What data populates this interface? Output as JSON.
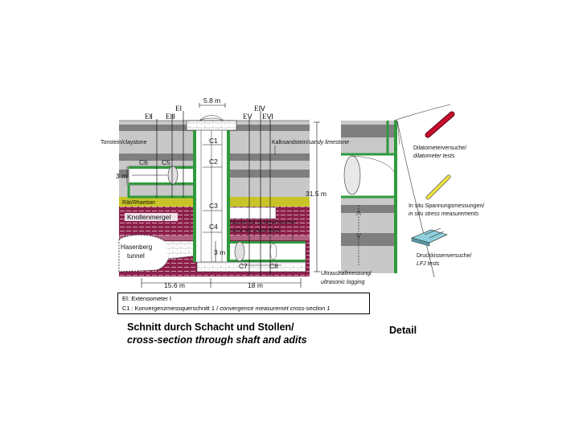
{
  "labels": {
    "e1": "EⅠ",
    "e2": "EⅡ",
    "e3": "EⅢ",
    "e4": "EⅣ",
    "e5": "EⅤ",
    "e6": "EⅥ",
    "dim_top": "5.8 m",
    "dim_depth": "31.5 m",
    "dim_left_adit": "3 m",
    "dim_lower_adit": "3 m",
    "dim_left_span": "15.6 m",
    "dim_right_span": "18 m",
    "c1": "C1",
    "c2": "C2",
    "c3": "C3",
    "c4": "C4",
    "c5": "C5",
    "c6": "C6",
    "c7": "C7",
    "c8": "C8",
    "claystone": "Tonstein/claystone",
    "claystone_de": "Tonstein/",
    "claystone_en": "claystone",
    "limestone_de": "Kalksandstein/",
    "limestone_en": "sandy limestone",
    "rhaetian_de": "Rät/",
    "rhaetian_en": "Rhaetian",
    "knollenmergel": "Knollenmergel",
    "tunnel_line1": "Hasenberg",
    "tunnel_line2": "tunnel",
    "niche_de": "Nische für Scherversuche/",
    "niche_en": "niche for shear tests",
    "ultrasonic_de": "Ultraschallmessung/",
    "ultrasonic_en": "ultrasonic logging",
    "dilatometer_de": "Dilatometerversuche/",
    "dilatometer_en": "dilatometer tests",
    "stress_de": "In situ Spannungsmessungen/",
    "stress_en": "in situ stress measurements",
    "lfj_de": "Druckkissenversuche/",
    "lfj_en": "LFJ tests"
  },
  "legend": {
    "line1": "EⅠ: Extensometer Ⅰ",
    "line2_de": "C1 : Konvergenzmessquerschnitt 1 / ",
    "line2_en": "convergence measuremet cross-section 1"
  },
  "captions": {
    "main_de": "Schnitt durch Schacht und Stollen/",
    "main_en": "cross-section through shaft and adits",
    "detail": "Detail"
  },
  "colors": {
    "claystone": "#c8c8c8",
    "band_dark": "#7f7f7f",
    "rhaetian": "#c8c428",
    "knollenmergel": "#8c1f4a",
    "lining": "#2f9a3c",
    "dilatometer": "#c8102e",
    "stress_tool": "#f2e341",
    "lfj_plate": "#8ed0dc"
  }
}
